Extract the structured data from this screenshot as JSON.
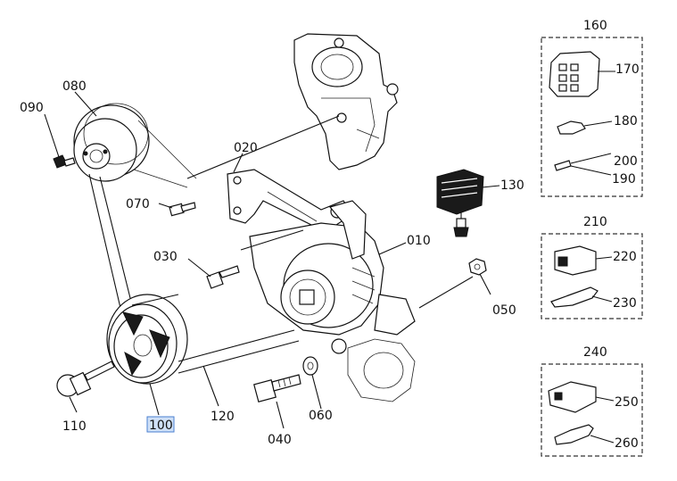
{
  "diagram": {
    "colors": {
      "line": "#111111",
      "highlight_fill": "#cfe0f7",
      "highlight_border": "#4a7fd0",
      "background": "#ffffff"
    },
    "labels": {
      "p010": "010",
      "p020": "020",
      "p030": "030",
      "p040": "040",
      "p050": "050",
      "p060": "060",
      "p070": "070",
      "p080": "080",
      "p090": "090",
      "p100": "100",
      "p110": "110",
      "p120": "120",
      "p130": "130",
      "p160": "160",
      "p170": "170",
      "p180": "180",
      "p190": "190",
      "p200": "200",
      "p210": "210",
      "p220": "220",
      "p230": "230",
      "p240": "240",
      "p250": "250",
      "p260": "260"
    },
    "selected_part": "100"
  }
}
